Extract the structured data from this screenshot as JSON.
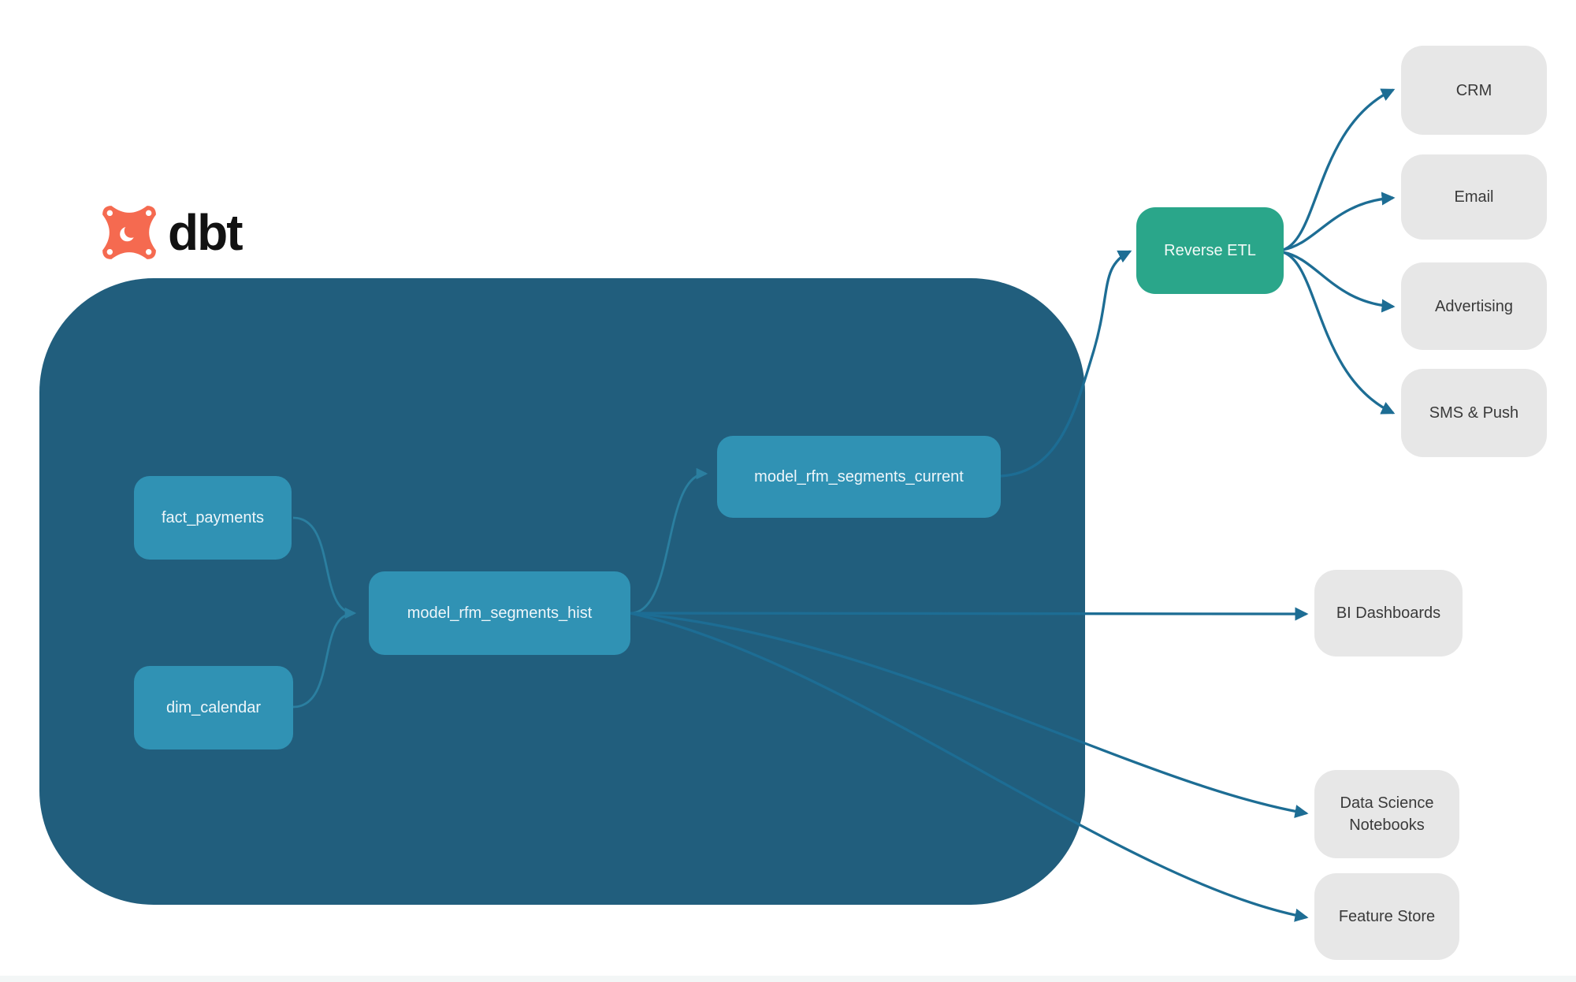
{
  "brand": {
    "name": "dbt",
    "icon": "dbt-logo-icon",
    "orange": "#f56a50"
  },
  "palette": {
    "warehouse_background": "#215e7d",
    "model_node": "#3092b4",
    "reverse_etl_green": "#2aa68a",
    "destination_gray": "#e7e7e7",
    "edge_color": "#1d6d94",
    "destination_text": "#3a3a3a"
  },
  "nodes": {
    "fact_payments": {
      "label": "fact_payments"
    },
    "dim_calendar": {
      "label": "dim_calendar"
    },
    "model_rfm_segments_hist": {
      "label": "model_rfm_segments_hist"
    },
    "model_rfm_segments_current": {
      "label": "model_rfm_segments_current"
    },
    "reverse_etl": {
      "label": "Reverse ETL"
    },
    "crm": {
      "label": "CRM"
    },
    "email": {
      "label": "Email"
    },
    "advertising": {
      "label": "Advertising"
    },
    "sms_push": {
      "label": "SMS & Push"
    },
    "bi_dashboards": {
      "label": "BI Dashboards"
    },
    "data_science_notebooks": {
      "label": "Data Science Notebooks"
    },
    "feature_store": {
      "label": "Feature Store"
    }
  },
  "edges": [
    {
      "from": "fact_payments",
      "to": "model_rfm_segments_hist"
    },
    {
      "from": "dim_calendar",
      "to": "model_rfm_segments_hist"
    },
    {
      "from": "model_rfm_segments_hist",
      "to": "model_rfm_segments_current"
    },
    {
      "from": "model_rfm_segments_current",
      "to": "reverse_etl"
    },
    {
      "from": "model_rfm_segments_hist",
      "to": "bi_dashboards"
    },
    {
      "from": "model_rfm_segments_hist",
      "to": "data_science_notebooks"
    },
    {
      "from": "model_rfm_segments_hist",
      "to": "feature_store"
    },
    {
      "from": "reverse_etl",
      "to": "crm"
    },
    {
      "from": "reverse_etl",
      "to": "email"
    },
    {
      "from": "reverse_etl",
      "to": "advertising"
    },
    {
      "from": "reverse_etl",
      "to": "sms_push"
    }
  ]
}
